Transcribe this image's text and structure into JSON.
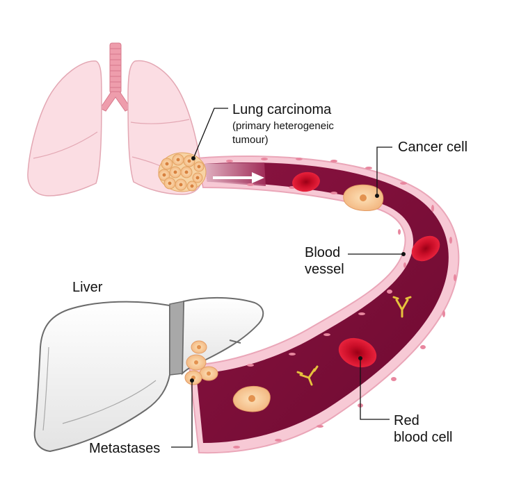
{
  "labels": {
    "lung_carcinoma": "Lung carcinoma",
    "lung_carcinoma_note_1": "(primary heterogeneic",
    "lung_carcinoma_note_2": "tumour)",
    "cancer_cell": "Cancer cell",
    "blood_vessel_1": "Blood",
    "blood_vessel_2": "vessel",
    "liver": "Liver",
    "red_blood_cell_1": "Red",
    "red_blood_cell_2": "blood cell",
    "metastases": "Metastases"
  },
  "colors": {
    "lung_fill": "#fbdde3",
    "lung_stroke": "#e3a7b3",
    "trachea": "#e98f9f",
    "vessel_wall": "#f7c9d5",
    "vessel_lumen": "#8a1340",
    "red_blood_cell": "#d10f2b",
    "cancer_cell": "#f7c89a",
    "liver_fill": "#f2f2f2",
    "liver_stroke": "#6b6b6b",
    "antibody": "#e6c23d"
  }
}
